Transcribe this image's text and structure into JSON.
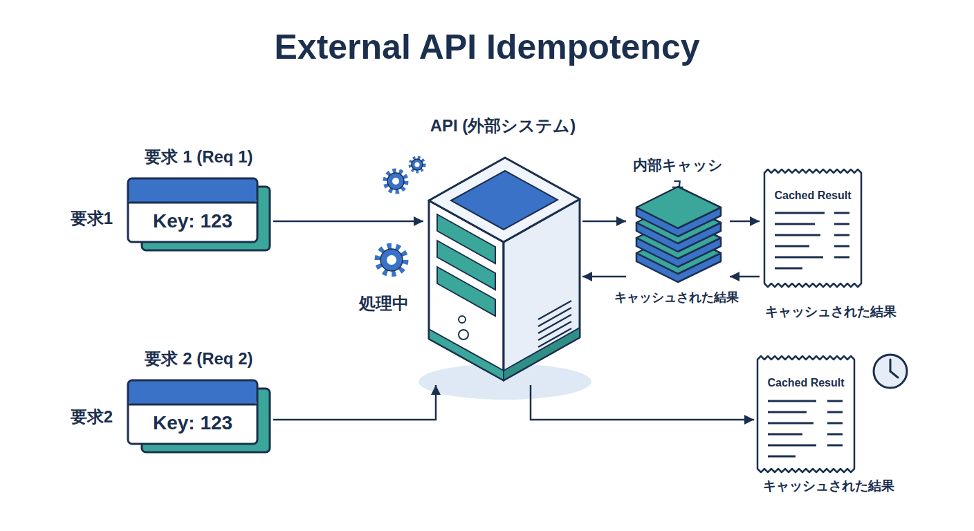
{
  "diagram": {
    "title": "External API Idempotency",
    "nodes": [
      {
        "text": [
          "要求 1 (Req 1)",
          "Key: 123"
        ]
      },
      {
        "text": [
          "要求 2 (Req 2)",
          "Key: 123"
        ]
      },
      {
        "text": [
          "API (外部システム)"
        ]
      },
      {
        "text": [
          "内部キャッシュ"
        ]
      },
      {
        "text": [
          "Cached Result",
          "キャッシュされた結果"
        ]
      },
      {
        "text": [
          "Cached Result",
          "キャッシュされた結果"
        ]
      }
    ],
    "edges": [
      {
        "from": 0,
        "to": 2,
        "arrow": "to"
      },
      {
        "from": 1,
        "to": 2,
        "arrow": "to"
      },
      {
        "from": 2,
        "to": 3,
        "arrow": "to"
      },
      {
        "from": 3,
        "to": 2,
        "arrow": "to",
        "label": "キャッシュされた結果"
      },
      {
        "from": 3,
        "to": 4,
        "arrow": "to"
      },
      {
        "from": 4,
        "to": 3,
        "arrow": "to"
      },
      {
        "from": 2,
        "to": 5,
        "arrow": "to"
      }
    ],
    "labels": [
      "要求1",
      "要求2",
      "処理中"
    ]
  }
}
